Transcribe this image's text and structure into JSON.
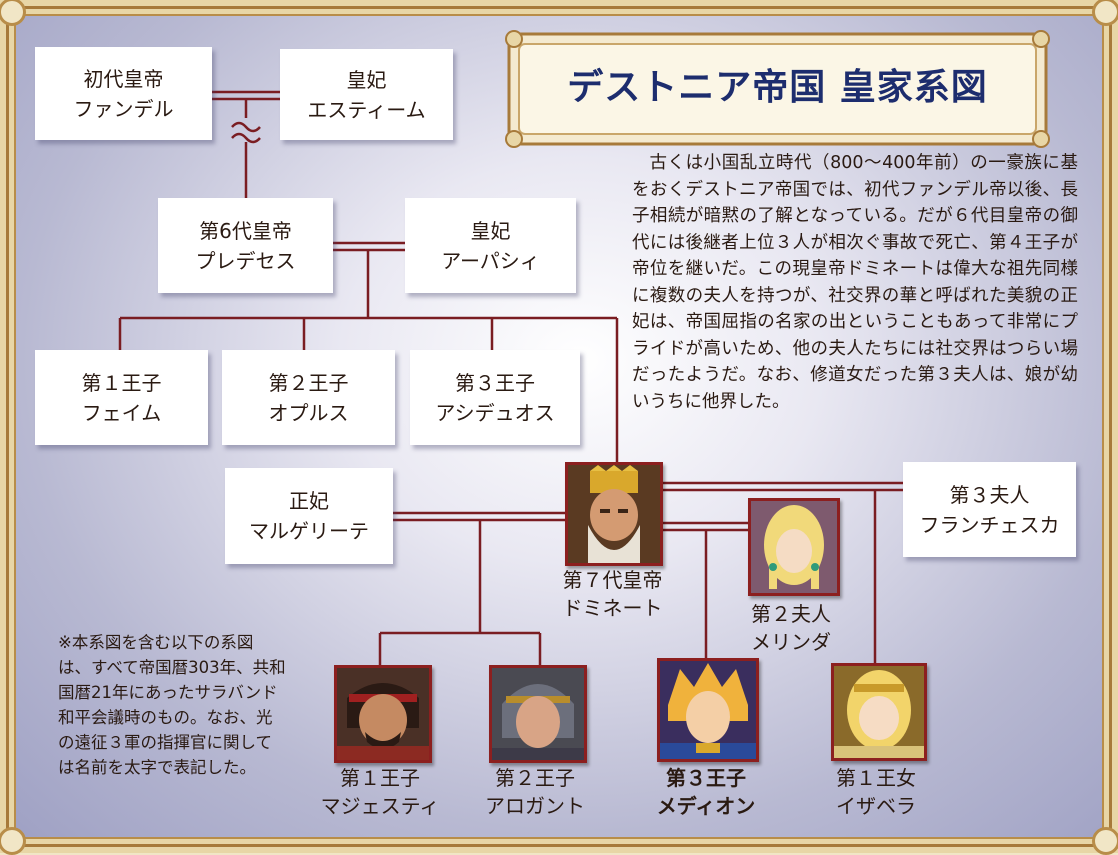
{
  "title": "デストニア帝国 皇家系図",
  "boxes": {
    "founder": {
      "line1": "初代皇帝",
      "line2": "ファンデル"
    },
    "founder_consort": {
      "line1": "皇妃",
      "line2": "エスティーム"
    },
    "emperor6": {
      "line1": "第6代皇帝",
      "line2": "プレデセス"
    },
    "consort6": {
      "line1": "皇妃",
      "line2": "アーパシィ"
    },
    "prince_faim": {
      "line1": "第１王子",
      "line2": "フェイム"
    },
    "prince_oplus": {
      "line1": "第２王子",
      "line2": "オプルス"
    },
    "prince_asideos": {
      "line1": "第３王子",
      "line2": "アシデュオス"
    },
    "empress_margarete": {
      "line1": "正妃",
      "line2": "マルゲリーテ"
    },
    "third_wife": {
      "line1": "第３夫人",
      "line2": "フランチェスカ"
    }
  },
  "persons": {
    "emperor7": {
      "line1": "第７代皇帝",
      "line2": "ドミネート"
    },
    "second_wife": {
      "line1": "第２夫人",
      "line2": "メリンダ"
    },
    "majesty": {
      "line1": "第１王子",
      "line2": "マジェスティ"
    },
    "arrogant": {
      "line1": "第２王子",
      "line2": "アロガント"
    },
    "medion": {
      "line1": "第３王子",
      "line2": "メディオン"
    },
    "isabella": {
      "line1": "第１王女",
      "line2": "イザベラ"
    }
  },
  "description": "古くは小国乱立時代（800～400年前）の一豪族に基をおくデストニア帝国では、初代ファンデル帝以後、長子相続が暗黙の了解となっている。だが６代目皇帝の御代には後継者上位３人が相次ぐ事故で死亡、第４王子が帝位を継いだ。この現皇帝ドミネートは偉大な祖先同様に複数の夫人を持つが、社交界の華と呼ばれた美貌の正妃は、帝国屈指の名家の出ということもあって非常にプライドが高いため、他の夫人たちには社交界はつらい場だったようだ。なお、修道女だった第３夫人は、娘が幼いうちに他界した。",
  "note": "※本系図を含む以下の系図は、すべて帝国暦303年、共和国暦21年にあったサラバンド和平会議時のもの。なお、光の遠征３軍の指揮官に関しては名前を太字で表記した。",
  "colors": {
    "line": "#7a1d22",
    "title": "#1d2d6e",
    "frame": "#b88d49",
    "background": "#b8b9d2"
  }
}
